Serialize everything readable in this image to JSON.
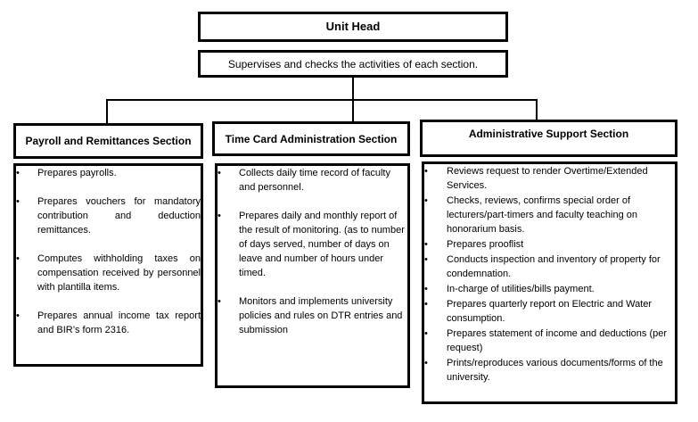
{
  "glyphs": {
    "bullet": "•"
  },
  "colors": {
    "border": "#000000",
    "background": "#ffffff",
    "text": "#000000"
  },
  "org_chart": {
    "type": "organizational-chart",
    "root": {
      "title": "Unit Head",
      "description": "Supervises and checks the activities of each section."
    },
    "sections": [
      {
        "title": "Payroll and Remittances  Section",
        "items": [
          "Prepares payrolls.",
          "Prepares vouchers for mandatory contribution and deduction remittances.",
          "Computes withholding taxes on compensation received by personnel with plantilla items.",
          "Prepares annual income tax report and BIR’s form 2316."
        ]
      },
      {
        "title": "Time Card Administration Section",
        "items": [
          "Collects daily time record of faculty and personnel.",
          "Prepares daily and monthly report of the result of monitoring. (as to number of days served, number of days on leave and number of hours under timed.",
          "Monitors and implements university policies and rules on DTR entries and submission"
        ]
      },
      {
        "title": "Administrative Support Section",
        "items": [
          "Reviews request to render Overtime/Extended Services.",
          "Checks, reviews, confirms special order of lecturers/part-timers and faculty teaching on honorarium basis.",
          "Prepares prooflist",
          "Conducts inspection and inventory of property for condemnation.",
          "In-charge of utilities/bills payment.",
          "Prepares quarterly report on Electric and Water consumption.",
          "Prepares statement of income and deductions (per request)",
          "Prints/reproduces various documents/forms of the university."
        ]
      }
    ]
  }
}
